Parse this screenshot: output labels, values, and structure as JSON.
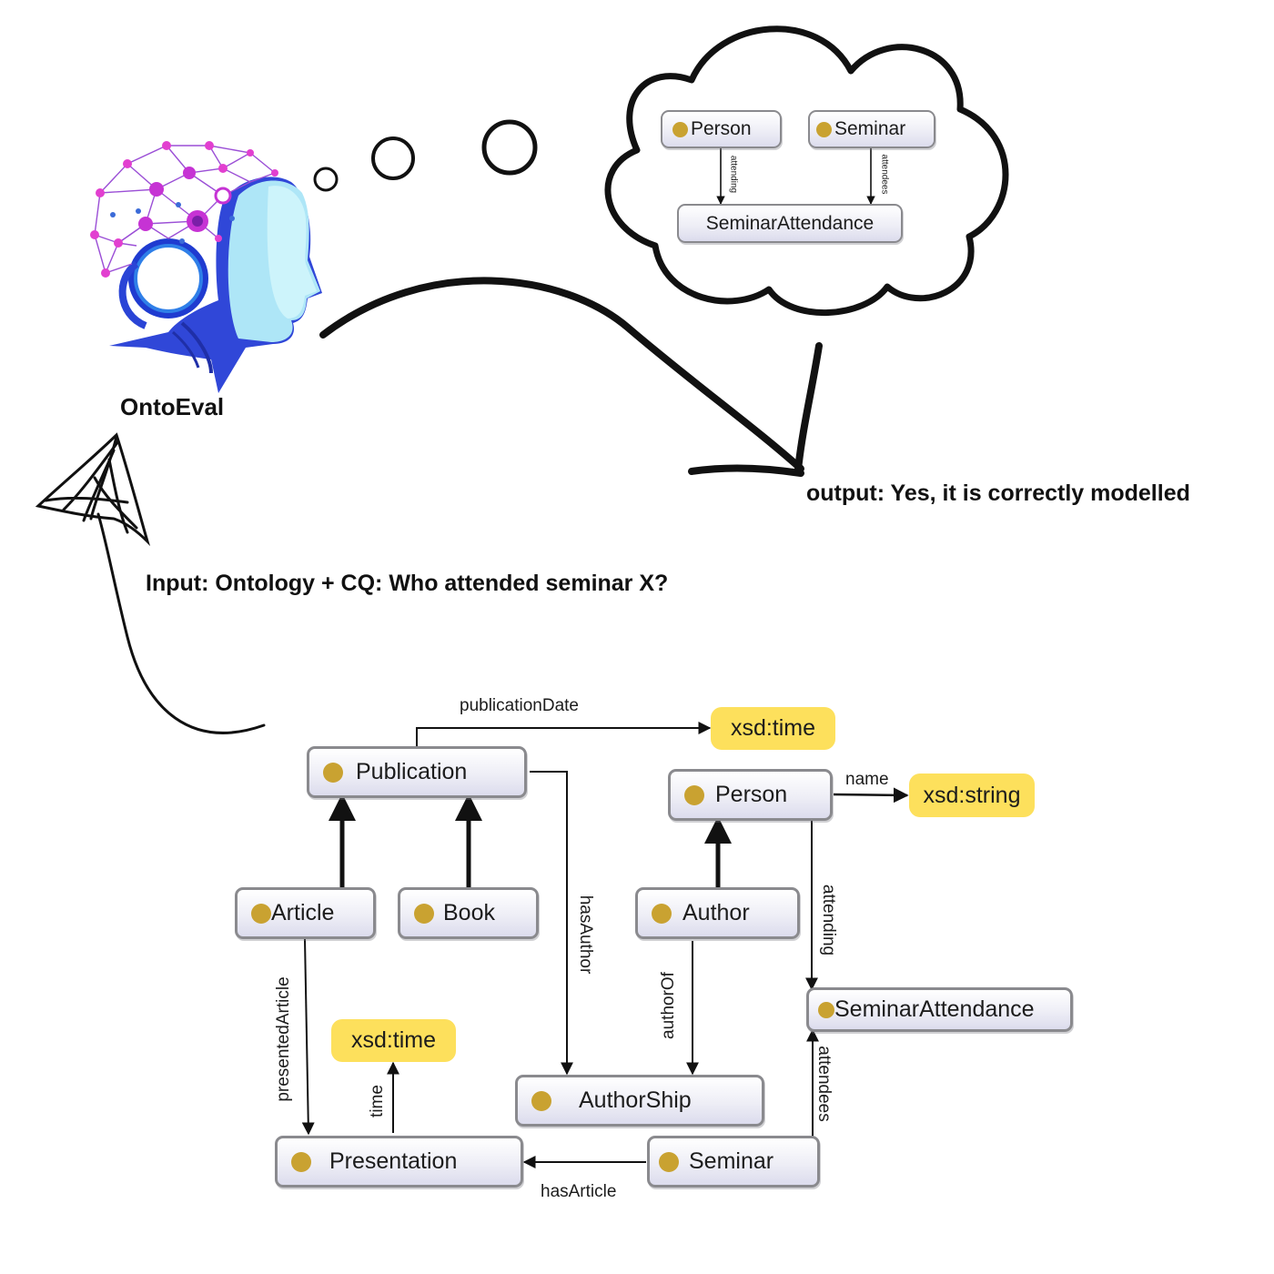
{
  "agent": {
    "name": "OntoEval"
  },
  "input_text": "Input: Ontology + CQ: Who attended seminar X?",
  "output_text": "output: Yes, it is correctly modelled",
  "colors": {
    "node_dot": "#c9a231",
    "datatype_fill": "#fde05c",
    "node_border": "#8a8a8e"
  },
  "thought": {
    "classes": {
      "person": "Person",
      "seminar": "Seminar",
      "seminar_attendance": "SeminarAttendance"
    },
    "edges": {
      "attending": "attending",
      "attendees": "attendees"
    }
  },
  "ontology": {
    "classes": {
      "publication": "Publication",
      "article": "Article",
      "book": "Book",
      "person": "Person",
      "author": "Author",
      "seminar_attendance": "SeminarAttendance",
      "authorship": "AuthorShip",
      "presentation": "Presentation",
      "seminar": "Seminar"
    },
    "datatypes": {
      "pub_time": "xsd:time",
      "name_string": "xsd:string",
      "pres_time": "xsd:time"
    },
    "edges": {
      "publication_date": "publicationDate",
      "has_author": "hasAuthor",
      "name": "name",
      "attending": "attending",
      "author_of": "authorOf",
      "presented_article": "presentedArticle",
      "time": "time",
      "attendees": "attendees",
      "has_article": "hasArticle"
    }
  }
}
